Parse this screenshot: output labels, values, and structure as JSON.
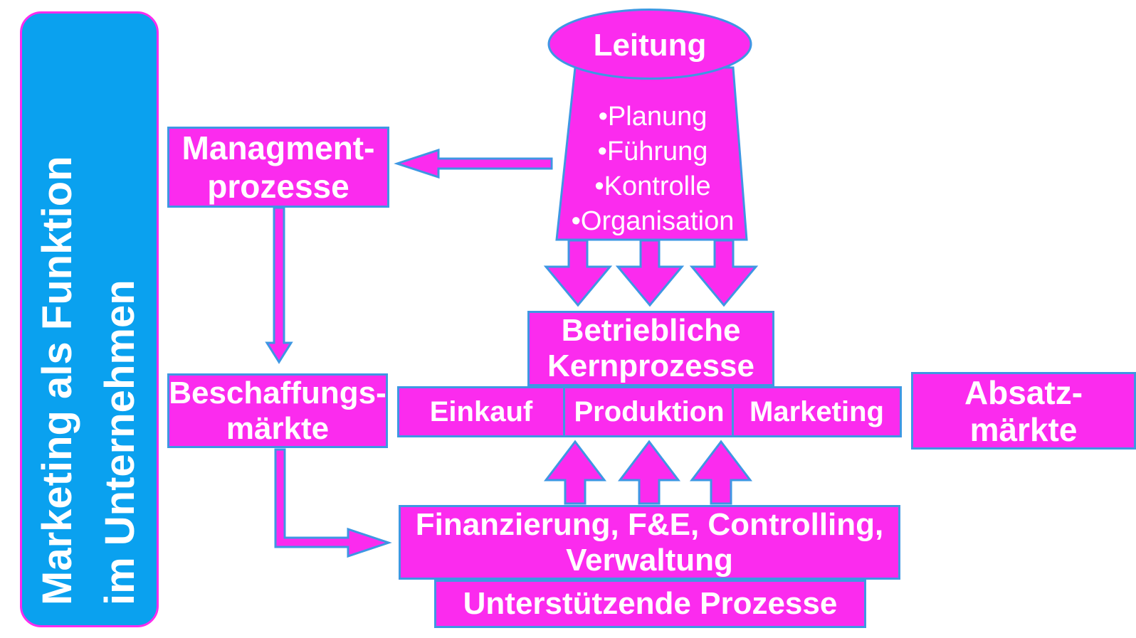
{
  "diagram": {
    "background": "#FFFFFF",
    "colors": {
      "magenta": "#FB2BEE",
      "blue": "#0AA1EF",
      "border_blue": "#3E97E3",
      "text": "#FFFFFF"
    },
    "sidebar_title": {
      "line1": "Marketing als Funktion",
      "line2": "im Unternehmen"
    },
    "leitung": {
      "label": "Leitung",
      "items": [
        "•Planung",
        "•Führung",
        "•Kontrolle",
        "•Organisation"
      ]
    },
    "management": {
      "line1": "Managment-",
      "line2": "prozesse"
    },
    "beschaffung": {
      "line1": "Beschaffungs-",
      "line2": "märkte"
    },
    "kernprozesse": {
      "line1": "Betriebliche",
      "line2": "Kernprozesse"
    },
    "core_row": {
      "einkauf": "Einkauf",
      "produktion": "Produktion",
      "marketing": "Marketing"
    },
    "absatz": {
      "line1": "Absatz-",
      "line2": "märkte"
    },
    "support": {
      "line1": "Finanzierung, F&E, Controlling,",
      "line2": "Verwaltung"
    },
    "support_base": {
      "label": "Unterstützende Prozesse"
    }
  }
}
